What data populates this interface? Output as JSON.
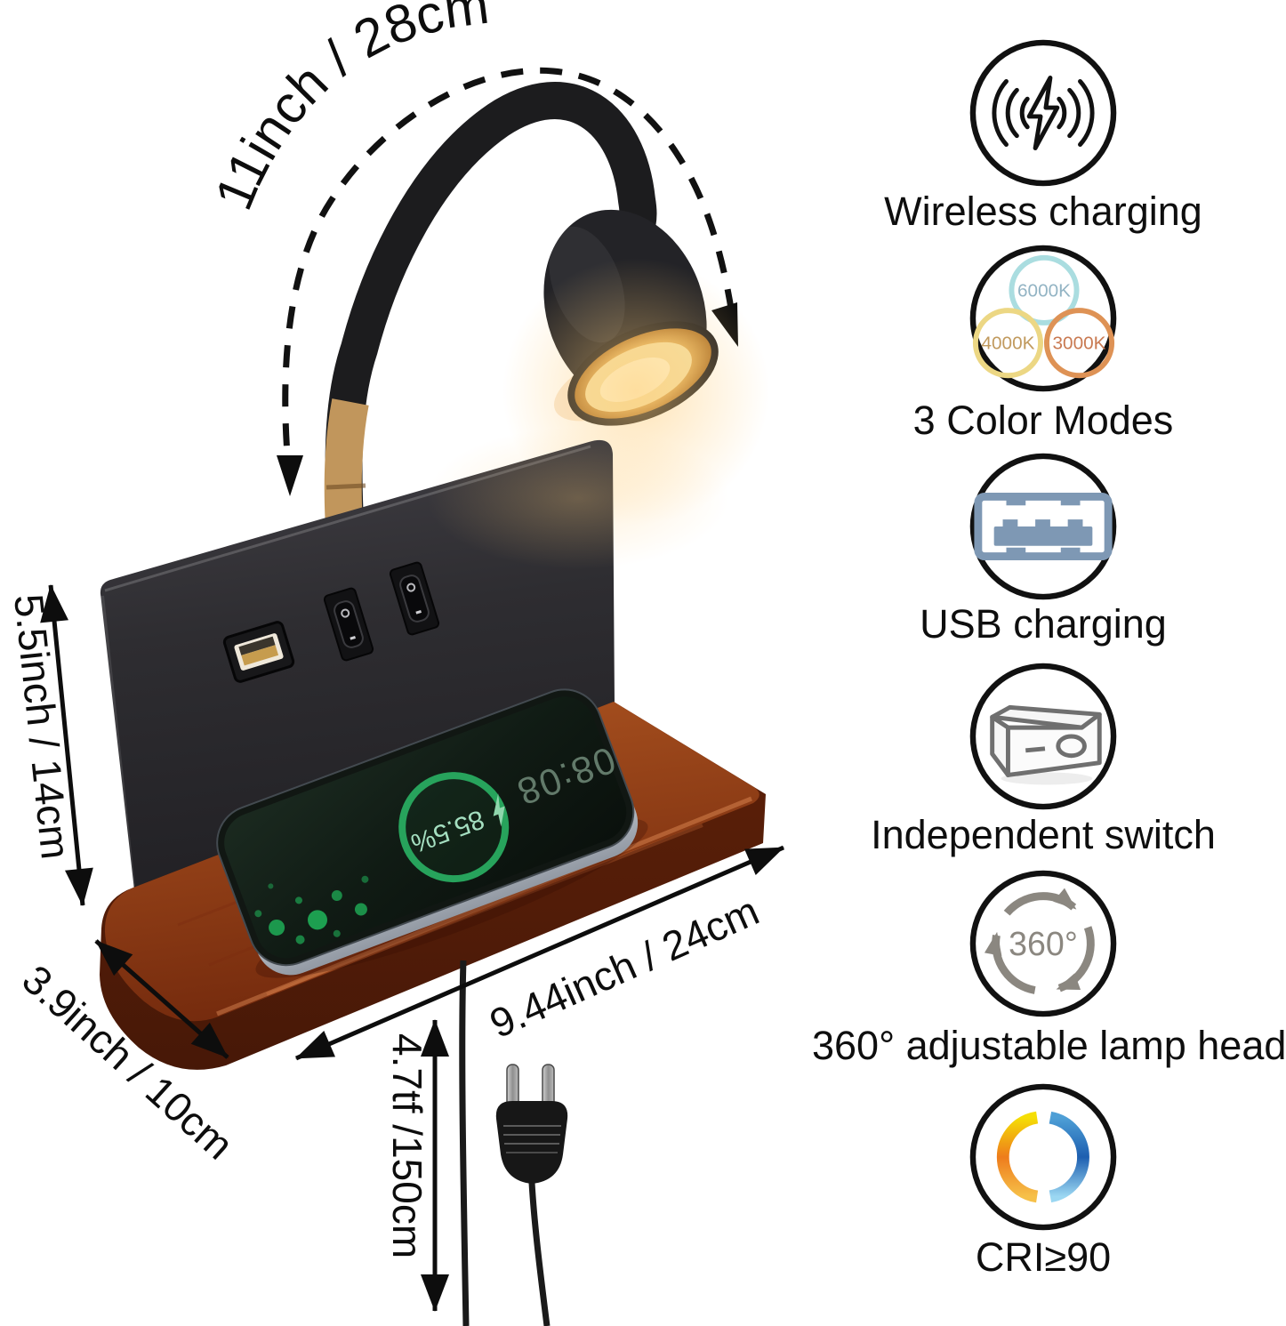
{
  "product": {
    "dimensions": {
      "gooseneck": "11inch / 28cm",
      "height": "5.5inch / 14cm",
      "depth": "3.9inch / 10cm",
      "width": "9.44inch / 24cm",
      "cord": "4.7tf /150cm"
    },
    "phone": {
      "clock": "08:08",
      "battery": "85.5%"
    }
  },
  "features": [
    {
      "id": "wireless-charging",
      "label": "Wireless charging"
    },
    {
      "id": "color-modes",
      "label": "3 Color Modes",
      "modes": [
        {
          "label": "6000K",
          "color": "#aadde0",
          "text_color": "#93b4c4"
        },
        {
          "label": "4000K",
          "color": "#ecd784",
          "text_color": "#c19a5e"
        },
        {
          "label": "3000K",
          "color": "#de9255",
          "text_color": "#c97a52"
        }
      ]
    },
    {
      "id": "usb-charging",
      "label": "USB charging"
    },
    {
      "id": "independent-switch",
      "label": "Independent switch"
    },
    {
      "id": "adjustable-head",
      "label": "360° adjustable lamp head",
      "icon_text": "360°"
    },
    {
      "id": "cri",
      "label": "CRI≥90"
    }
  ],
  "colors": {
    "wood": "#8a3a16",
    "panel": "#2c2b2f",
    "charge_green": "#27ae60",
    "warm_light": "#f5cd7e",
    "usb_blue": "#7e98b4",
    "icon_gray": "#8b8780",
    "cri_warm": "#f07d1e",
    "cri_cool": "#1d5fb0"
  }
}
